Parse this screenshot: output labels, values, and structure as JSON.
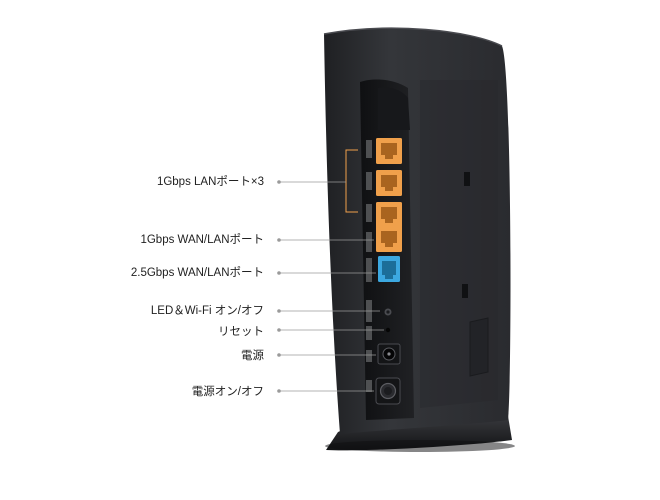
{
  "callouts": [
    {
      "id": "lan-ports",
      "label": "1Gbps LANポート×3"
    },
    {
      "id": "wan-lan-1g",
      "label": "1Gbps WAN/LANポート"
    },
    {
      "id": "wan-lan-2-5g",
      "label": "2.5Gbps WAN/LANポート"
    },
    {
      "id": "led-wifi",
      "label": "LED＆Wi-Fi オン/オフ"
    },
    {
      "id": "reset",
      "label": "リセット"
    },
    {
      "id": "power-jack",
      "label": "電源"
    },
    {
      "id": "power-switch",
      "label": "電源オン/オフ"
    }
  ],
  "colors": {
    "lan_port": "#F0A04B",
    "wan_port": "#3CA8E0",
    "body": "#2E2F33",
    "leader": "#9A9A9A"
  }
}
